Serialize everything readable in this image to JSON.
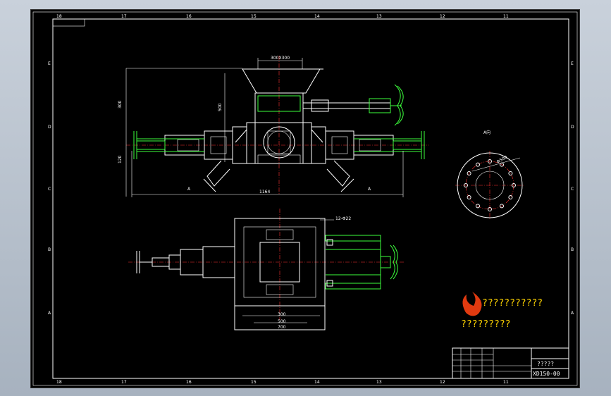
{
  "drawing": {
    "zone_numbers_top": [
      "18",
      "17",
      "16",
      "15",
      "14",
      "13",
      "12",
      "11"
    ],
    "zone_numbers_bottom": [
      "18",
      "17",
      "16",
      "15",
      "14",
      "13",
      "12",
      "11"
    ],
    "zone_letters_left": [
      "E",
      "D",
      "C",
      "B",
      "A"
    ],
    "zone_letters_right": [
      "E",
      "D",
      "C",
      "B",
      "A"
    ],
    "dim_top": "300X300",
    "dim_width": "1164",
    "dim_height_left": "300",
    "dim_height_mid": "500",
    "dim_height_low": "120",
    "dim_bottom_a": "300",
    "dim_bottom_b": "500",
    "dim_bottom_c": "700",
    "dim_note_right": "12-Φ22",
    "section_label": "A向",
    "section_arrow": "A",
    "circle_dim": "Φ500",
    "logo_line1": "???????????",
    "logo_line2": "?????????",
    "title_cell": "?????",
    "drawing_no": "XD150-00"
  },
  "colors": {
    "line": "#ffffff",
    "handwheel": "#3cff3c",
    "centerline": "#ff3333",
    "logo_text": "#ffd400",
    "logo_flame": "#e03a10"
  }
}
